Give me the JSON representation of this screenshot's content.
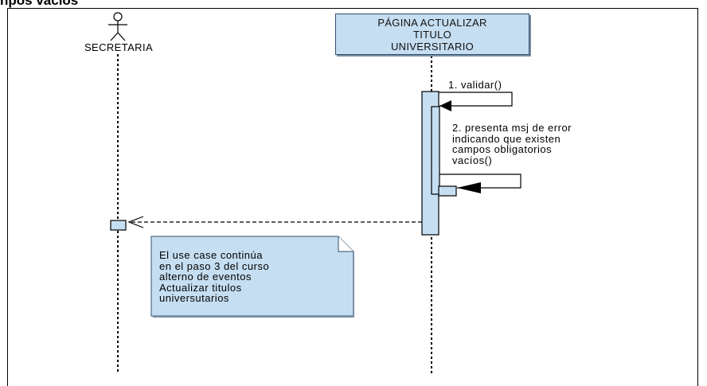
{
  "header": {
    "title": "npos vacios"
  },
  "actor": {
    "name": "SECRETARIA"
  },
  "lifeline": {
    "name": "PÁGINA ACTUALIZAR\nTITULO\nUNIVERSITARIO"
  },
  "messages": [
    {
      "label": "1. validar()"
    },
    {
      "label": "2. presenta msj de error\nindicando que existen\ncampos obligatorios\nvacíos()"
    }
  ],
  "note": {
    "text": "El use case continúa\nen el paso 3 del curso\nalterno de eventos\nActualizar titulos\nuniversutarios"
  },
  "colors": {
    "box_fill": "#c6def1",
    "box_border": "#2f4f6f",
    "line": "#000000"
  }
}
